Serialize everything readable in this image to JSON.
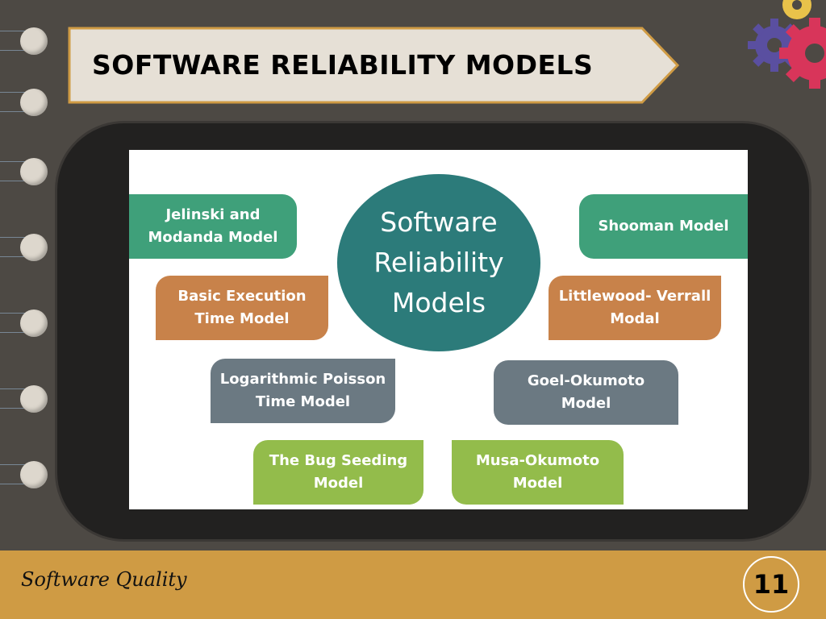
{
  "slide": {
    "title": "SOFTWARE RELIABILITY MODELS",
    "footer_label": "Software Quality",
    "page_number": "11"
  },
  "diagram": {
    "center": "Software\nReliability\nModels",
    "nodes": [
      {
        "label": "Jelinski and\nModanda Model"
      },
      {
        "label": "Shooman Model"
      },
      {
        "label": "Basic Execution\nTime Model"
      },
      {
        "label": "Littlewood- Verrall\nModal"
      },
      {
        "label": "Logarithmic Poisson\nTime Model"
      },
      {
        "label": "Goel-Okumoto\nModel"
      },
      {
        "label": "The Bug Seeding\nModel"
      },
      {
        "label": "Musa-Okumoto\nModel"
      }
    ]
  },
  "colors": {
    "background": "#4d4944",
    "banner": "#e6e0d6",
    "banner_border": "#cf9b44",
    "footer": "#cf9b44",
    "teal": "#2c7b7a",
    "green": "#3fa07a",
    "orange": "#c8824a",
    "gray": "#6b7982",
    "lime": "#93bc4b"
  },
  "icons": {
    "rings": "notebook-ring-icon",
    "gears": "gears-icon"
  }
}
